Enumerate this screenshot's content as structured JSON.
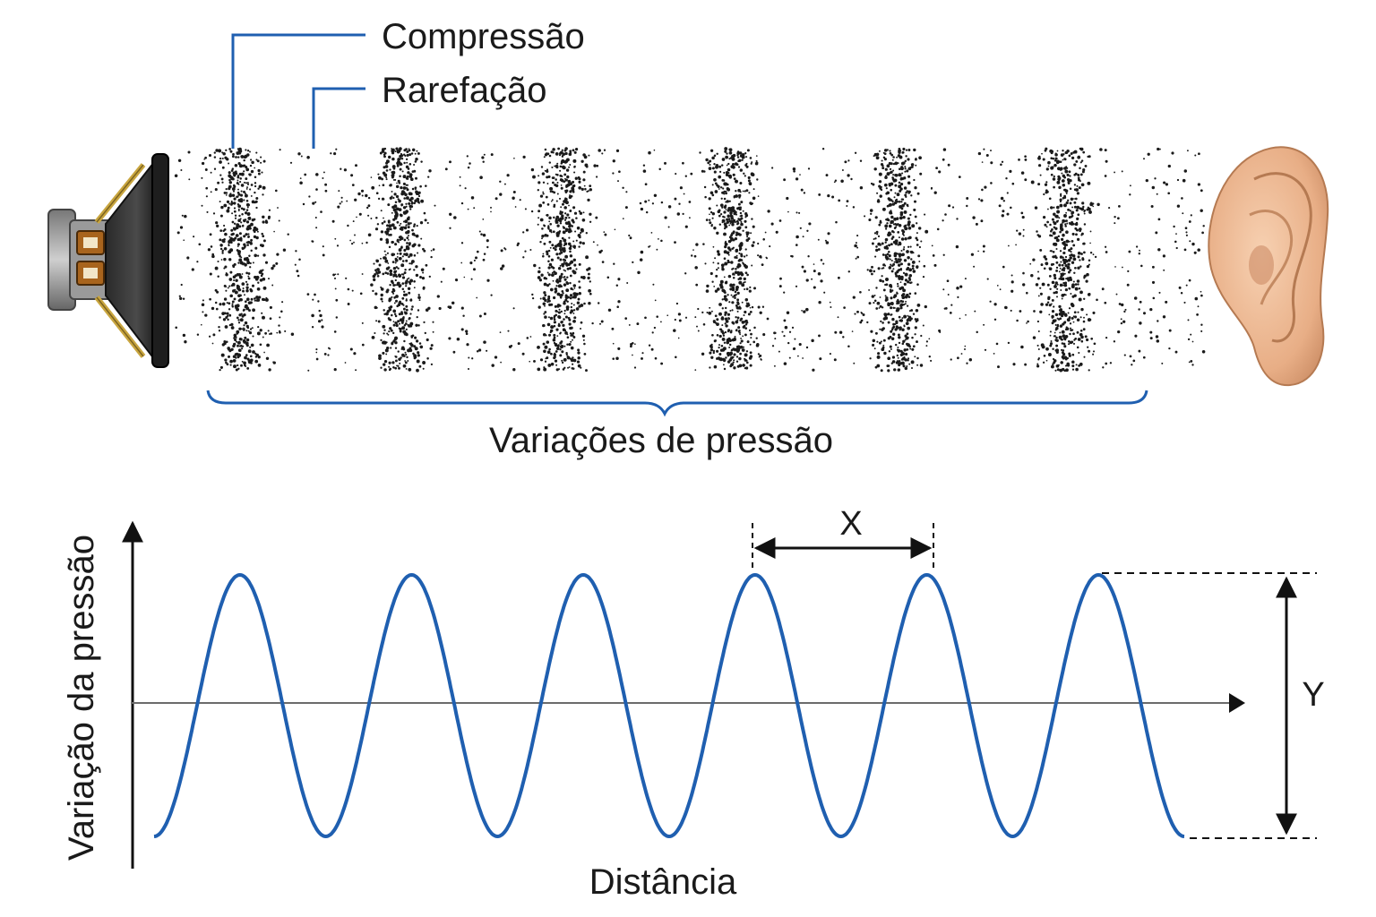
{
  "labels": {
    "compression": "Compressão",
    "rarefaction": "Rarefação",
    "pressure_variations": "Variações de pressão",
    "y_axis": "Variação da pressão",
    "x_axis": "Distância",
    "wavelength": "X",
    "amplitude": "Y"
  },
  "colors": {
    "wave": "#1f5fb0",
    "leader_line": "#1f5fb0",
    "brace": "#1f5fb0",
    "particles": "#1a1a1a",
    "axis": "#111111",
    "baseline": "#6b6b6b",
    "skin": "#eab58f",
    "speaker_frame": "#c9a640"
  },
  "icons": {
    "source": "speaker-icon",
    "receiver": "ear-icon"
  },
  "wave": {
    "cycles": 6,
    "start_phase": "trough",
    "end_phase": "trough"
  }
}
